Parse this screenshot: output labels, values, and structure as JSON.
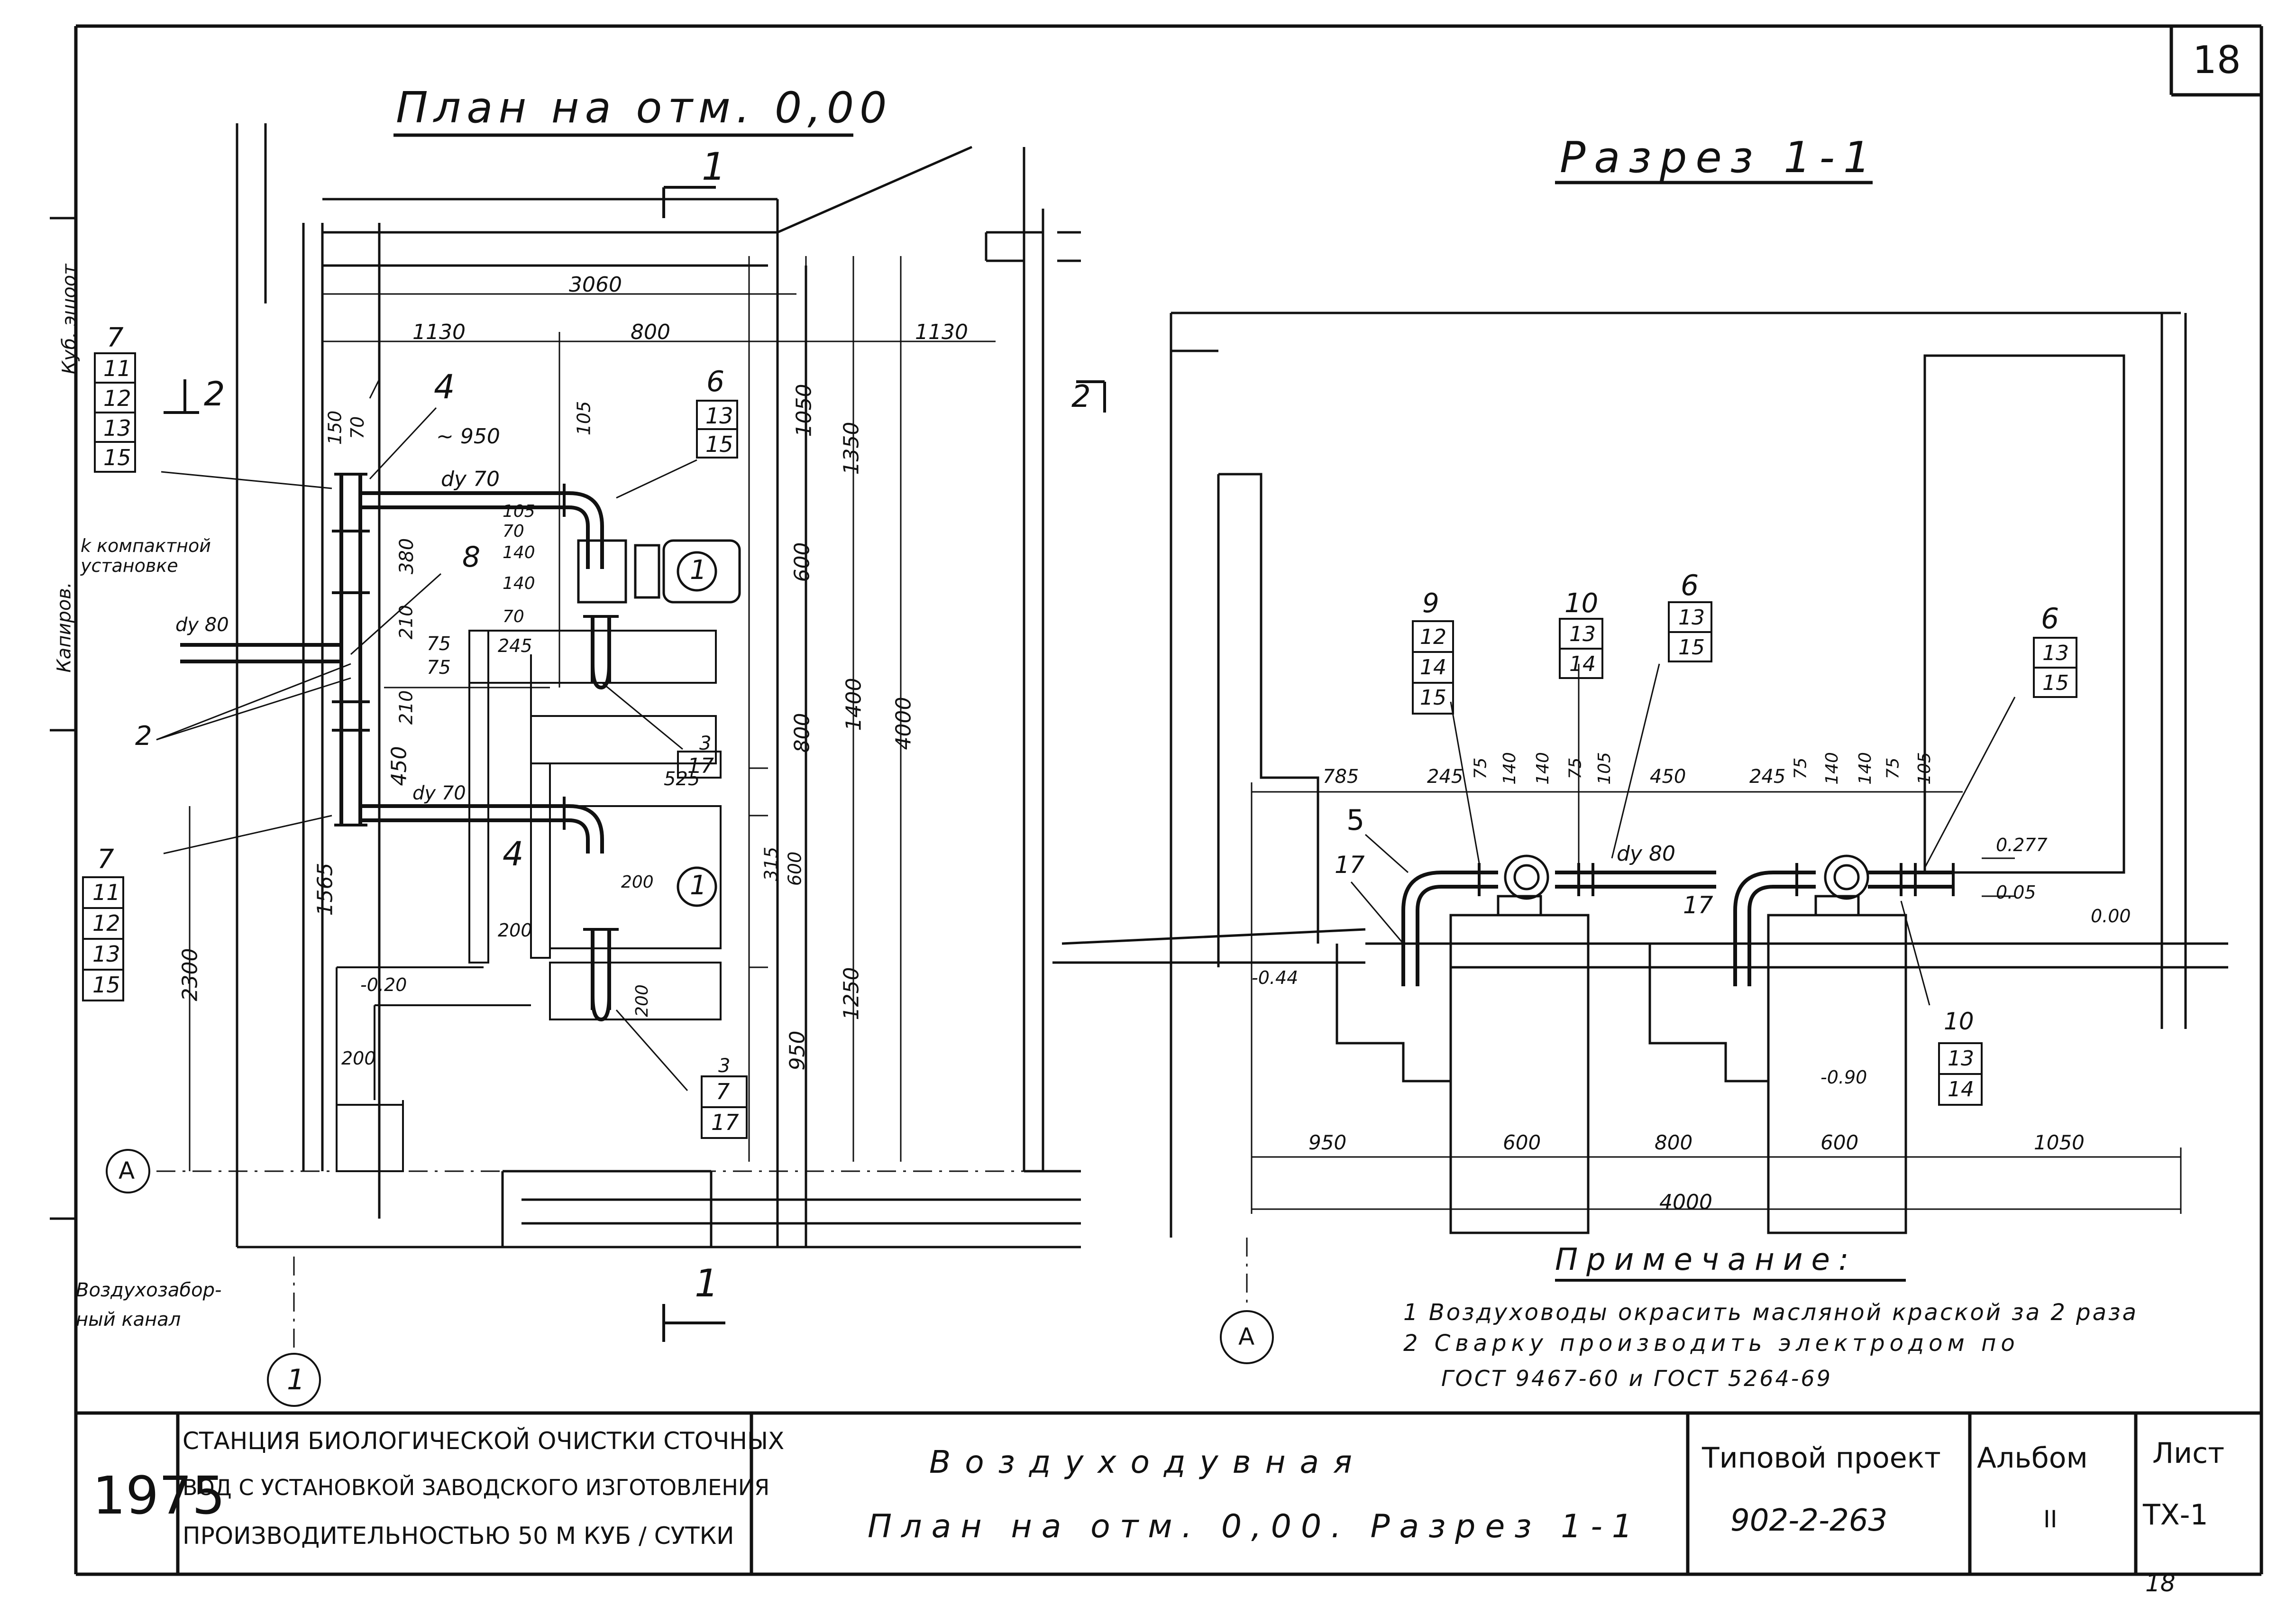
{
  "sheet_number": "18",
  "sheet_number_bottom": "18",
  "plan": {
    "title": "План на отм. 0,00",
    "section_mark": "1",
    "section_mark_2": "2",
    "dims_top": [
      "3060",
      "1130",
      "800",
      "1130"
    ],
    "dims_right": [
      "1050",
      "1350",
      "600",
      "800",
      "1400",
      "4000",
      "1250",
      "950"
    ],
    "dims_left": [
      "2300",
      "1565"
    ],
    "dims_pipe": [
      "150",
      "70",
      "~ 950",
      "105",
      "105",
      "70",
      "140",
      "140",
      "70",
      "380",
      "210",
      "75",
      "75",
      "210",
      "245",
      "450",
      "525",
      "315",
      "600",
      "200",
      "200",
      "200",
      "200"
    ],
    "pipe_labels": [
      "dу 70",
      "dу 70",
      "dу 80"
    ],
    "level_marks": [
      "-0.20"
    ],
    "callouts": [
      {
        "leader": "7",
        "items": [
          "11",
          "12",
          "13",
          "15"
        ]
      },
      {
        "leader": "6",
        "items": [
          "13",
          "15"
        ]
      },
      {
        "leader": "3",
        "items": [
          "17"
        ]
      },
      {
        "leader": "7",
        "items": [
          "11",
          "12",
          "13",
          "15"
        ]
      },
      {
        "leader": "3",
        "items": [
          "7",
          "17"
        ]
      }
    ],
    "position_numbers": [
      "4",
      "8",
      "2",
      "4"
    ],
    "equipment_number": "1",
    "left_labels": [
      "Куб. эшоот",
      "Капиров.",
      "k компактной установке"
    ],
    "air_channel": "Воздухозабор- ный канал",
    "axis_A": "А",
    "axis_1": "1"
  },
  "section": {
    "title": "Разрез 1-1",
    "callouts": [
      {
        "leader": "9",
        "items": [
          "12",
          "14",
          "15"
        ]
      },
      {
        "leader": "10",
        "items": [
          "13",
          "14"
        ]
      },
      {
        "leader": "6",
        "items": [
          "13",
          "15"
        ]
      },
      {
        "leader": "6",
        "items": [
          "13",
          "15"
        ]
      },
      {
        "leader": "10",
        "items": [
          "13",
          "14"
        ]
      }
    ],
    "dims_top": [
      "785",
      "245",
      "75",
      "140",
      "140",
      "75",
      "105",
      "450",
      "245",
      "75",
      "140",
      "140",
      "75",
      "105"
    ],
    "dims_bottom": [
      "950",
      "600",
      "800",
      "600",
      "1050"
    ],
    "total": "4000",
    "pipe_label": "dу 80",
    "position_numbers": [
      "5",
      "17",
      "17"
    ],
    "levels": [
      "0.277",
      "0.05",
      "0.00",
      "-0.44",
      "-0.90"
    ],
    "axis_A": "А"
  },
  "notes": {
    "title": "Примечание:",
    "items": [
      "1 Воздуховоды окрасить масляной краской за 2 раза",
      "2 Сварку производить электродом по",
      "ГОСТ 9467-60 и ГОСТ 5264-69"
    ]
  },
  "title_block": {
    "year": "1975",
    "project_line1": "СТАНЦИЯ БИОЛОГИЧЕСКОЙ ОЧИСТКИ СТОЧНЫХ",
    "project_line2": "ВОД С УСТАНОВКОЙ ЗАВОДСКОГО ИЗГОТОВЛЕНИЯ",
    "project_line3": "ПРОИЗВОДИТЕЛЬНОСТЬЮ 50 М КУБ / СУТКИ",
    "sheet_title_line1": "Воздуходувная",
    "sheet_title_line2": "План на отм. 0,00. Разрез 1-1",
    "type_label": "Типовой проект",
    "type_value": "902-2-263",
    "album_label": "Альбом",
    "album_value": "II",
    "sheet_label": "Лист",
    "sheet_value": "ТХ-1"
  }
}
